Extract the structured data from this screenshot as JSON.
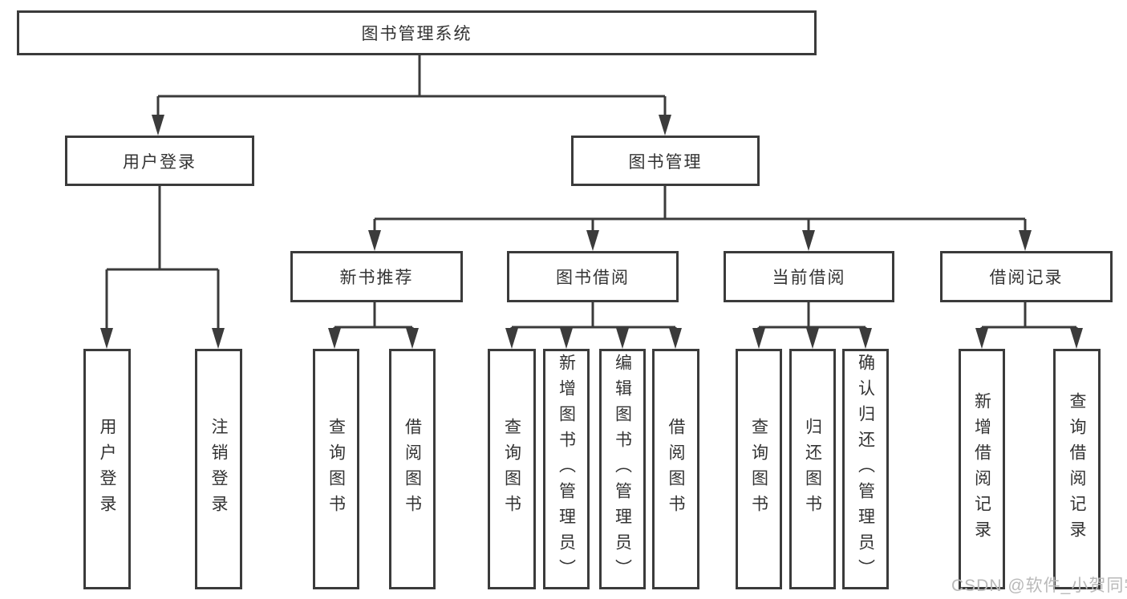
{
  "diagram": {
    "root": {
      "label": "图书管理系统"
    },
    "level2": [
      {
        "label": "用户登录"
      },
      {
        "label": "图书管理"
      }
    ],
    "level3": [
      {
        "label": "新书推荐",
        "parent": "图书管理"
      },
      {
        "label": "图书借阅",
        "parent": "图书管理"
      },
      {
        "label": "当前借阅",
        "parent": "图书管理"
      },
      {
        "label": "借阅记录",
        "parent": "图书管理"
      }
    ],
    "leaves": [
      {
        "label": "用户登录",
        "parent": "用户登录"
      },
      {
        "label": "注销登录",
        "parent": "用户登录"
      },
      {
        "label": "查询图书",
        "parent": "新书推荐"
      },
      {
        "label": "借阅图书",
        "parent": "新书推荐"
      },
      {
        "label": "查询图书",
        "parent": "图书借阅"
      },
      {
        "label": "新增图书（管理员）",
        "parent": "图书借阅"
      },
      {
        "label": "编辑图书（管理员）",
        "parent": "图书借阅"
      },
      {
        "label": "借阅图书",
        "parent": "图书借阅"
      },
      {
        "label": "查询图书",
        "parent": "当前借阅"
      },
      {
        "label": "归还图书",
        "parent": "当前借阅"
      },
      {
        "label": "确认归还（管理员）",
        "parent": "当前借阅"
      },
      {
        "label": "新增借阅记录",
        "parent": "借阅记录"
      },
      {
        "label": "查询借阅记录",
        "parent": "借阅记录"
      }
    ]
  },
  "watermark": {
    "text": "CSDN @软件_小贺同学"
  },
  "colors": {
    "line": "#3b3b3b",
    "text": "#333333",
    "background": "#ffffff",
    "watermark": "#b9b9b9"
  }
}
